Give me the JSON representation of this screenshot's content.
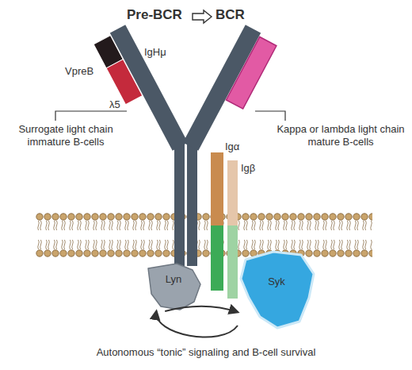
{
  "diagram": {
    "nodes": [
      {
        "text": [
          "Lyn"
        ]
      },
      {
        "text": [
          "Syk"
        ]
      }
    ],
    "edges": [
      {
        "from": 0,
        "to": 1,
        "arrow": "to"
      },
      {
        "from": 1,
        "to": 0,
        "arrow": "to"
      }
    ],
    "labels": [
      "Pre-BCR",
      "BCR",
      "IgHμ",
      "VpreB",
      "λ5",
      "Surrogate light chain immature B-cells",
      "Kappa or lambda light chain mature B-cells",
      "Igα",
      "Igβ",
      "Autonomous “tonic” signaling and B-cell survival"
    ]
  }
}
